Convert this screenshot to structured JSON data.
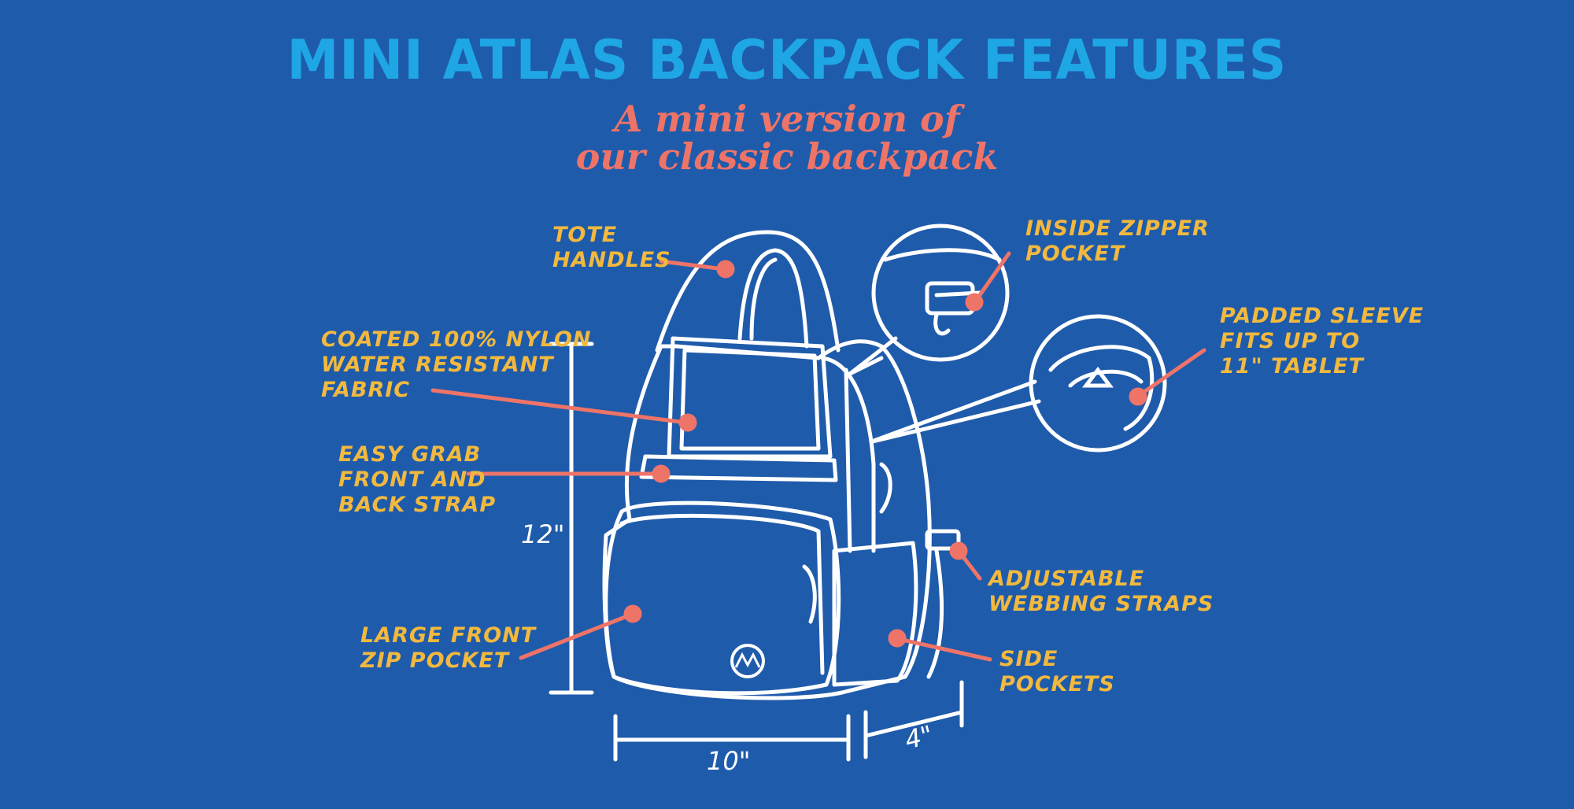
{
  "title": "MINI ATLAS BACKPACK FEATURES",
  "subtitle_line1": "A mini version of",
  "subtitle_line2": "our classic backpack",
  "colors": {
    "background": "#1f5bab",
    "title": "#1ea7e4",
    "subtitle": "#ef7468",
    "label_text": "#f2b93e",
    "leader_line": "#ef7468",
    "outline": "#ffffff"
  },
  "features": {
    "tote_handles": [
      "TOTE",
      "HANDLES"
    ],
    "inside_zipper_pocket": [
      "INSIDE ZIPPER",
      "POCKET"
    ],
    "padded_sleeve": [
      "PADDED SLEEVE",
      "FITS UP TO",
      "11\" TABLET"
    ],
    "coated_nylon": [
      "COATED 100% NYLON",
      "WATER RESISTANT",
      "FABRIC"
    ],
    "easy_grab_strap": [
      "EASY GRAB",
      "FRONT AND",
      "BACK STRAP"
    ],
    "adjustable_straps": [
      "ADJUSTABLE",
      "WEBBING STRAPS"
    ],
    "large_front_pocket": [
      "LARGE FRONT",
      "ZIP POCKET"
    ],
    "side_pockets": [
      "SIDE",
      "POCKETS"
    ]
  },
  "dimensions": {
    "height": "12\"",
    "width": "10\"",
    "depth": "4\""
  }
}
